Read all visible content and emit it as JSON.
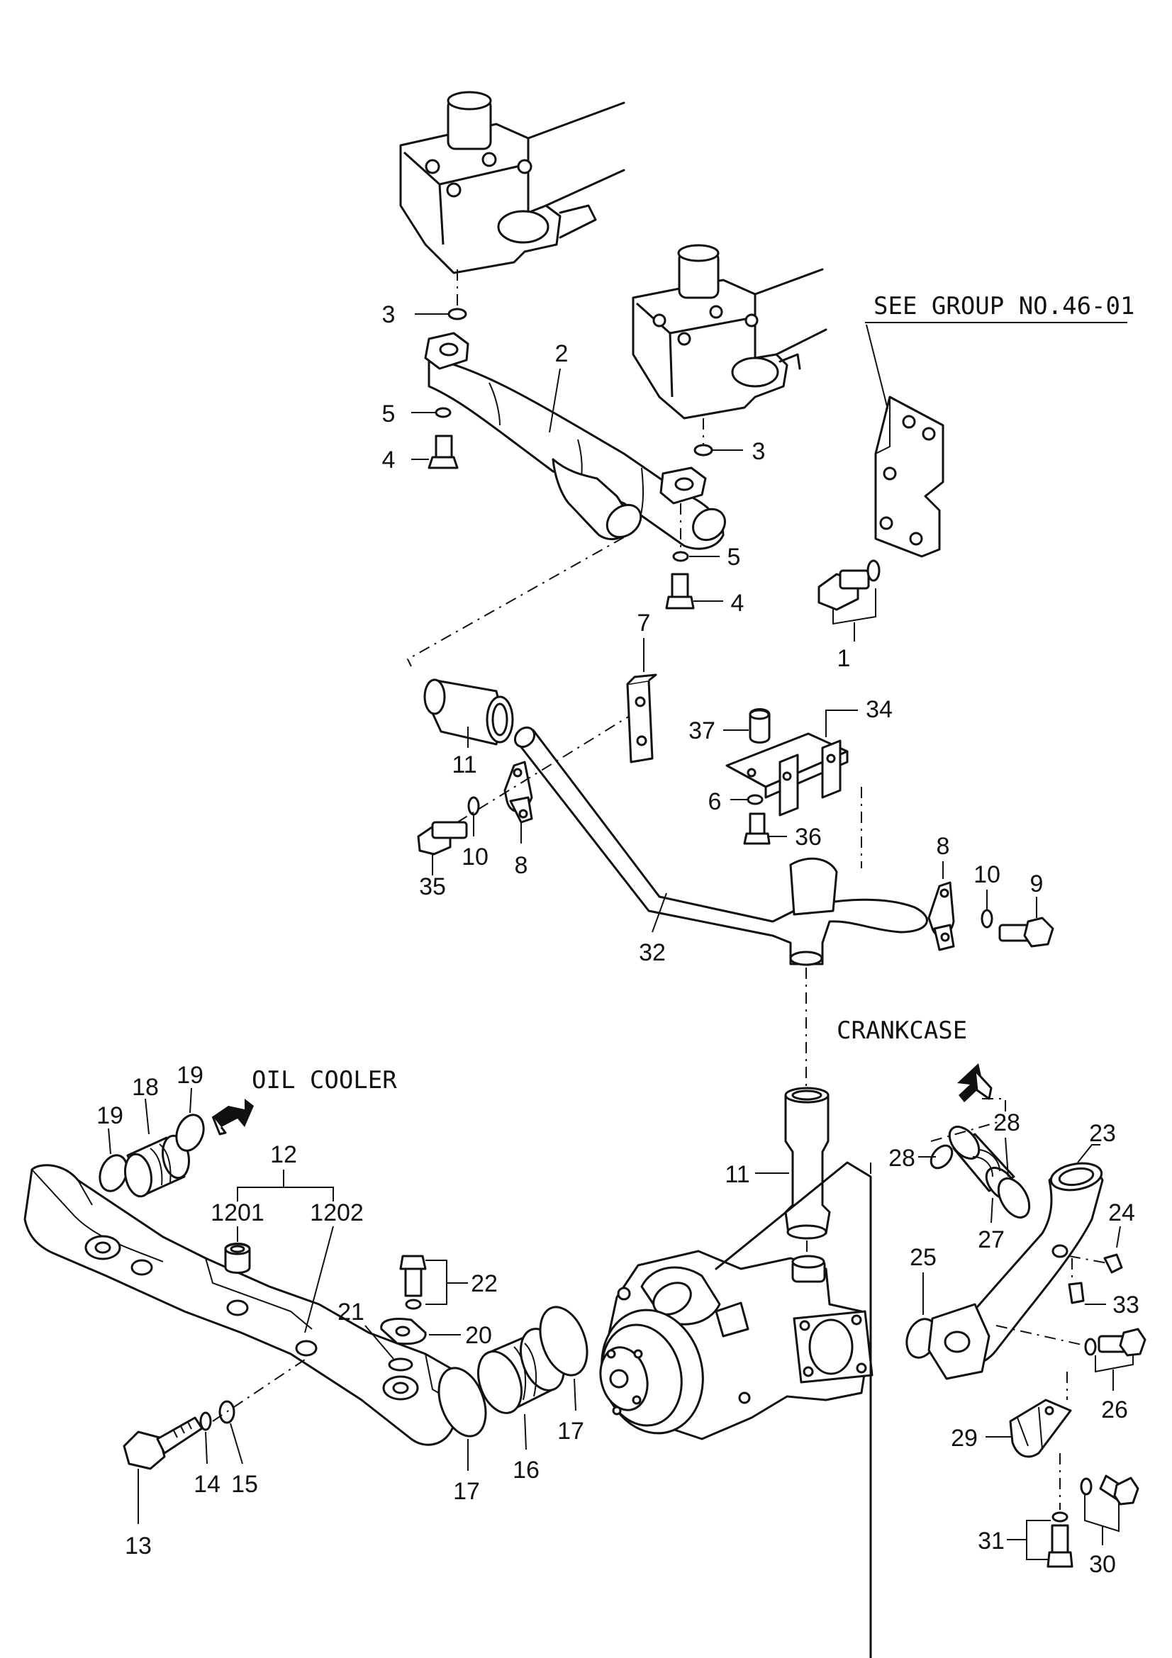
{
  "notes": {
    "see_group": "SEE GROUP NO.46-01",
    "crankcase": "CRANKCASE",
    "oil_cooler": "OIL COOLER"
  },
  "labels": {
    "p1": "1",
    "p2": "2",
    "p3a": "3",
    "p3b": "3",
    "p4a": "4",
    "p4b": "4",
    "p5a": "5",
    "p5b": "5",
    "p6": "6",
    "p7": "7",
    "p8a": "8",
    "p8b": "8",
    "p9": "9",
    "p10a": "10",
    "p10b": "10",
    "p11a": "11",
    "p11b": "11",
    "p12": "12",
    "p1201": "1201",
    "p1202": "1202",
    "p13": "13",
    "p14": "14",
    "p15": "15",
    "p16": "16",
    "p17a": "17",
    "p17b": "17",
    "p18": "18",
    "p19a": "19",
    "p19b": "19",
    "p20": "20",
    "p21": "21",
    "p22": "22",
    "p23": "23",
    "p24": "24",
    "p25": "25",
    "p26": "26",
    "p27": "27",
    "p28a": "28",
    "p28b": "28",
    "p29": "29",
    "p30": "30",
    "p31": "31",
    "p32": "32",
    "p33": "33",
    "p34": "34",
    "p35": "35",
    "p36": "36",
    "p37": "37"
  }
}
